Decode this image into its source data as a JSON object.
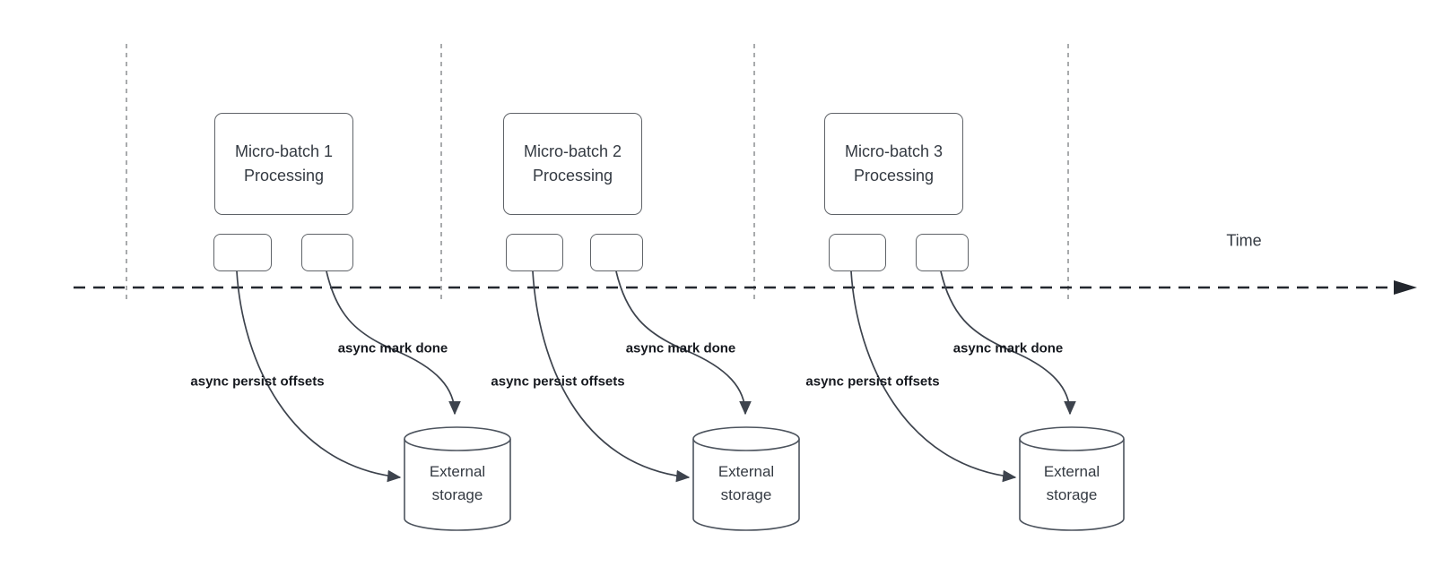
{
  "diagram": {
    "time_axis_label": "Time",
    "batches": [
      {
        "title_line1": "Micro-batch 1",
        "title_line2": "Processing",
        "persist_label": "async persist offsets",
        "mark_label": "async mark done",
        "storage_line1": "External",
        "storage_line2": "storage"
      },
      {
        "title_line1": "Micro-batch 2",
        "title_line2": "Processing",
        "persist_label": "async persist offsets",
        "mark_label": "async mark done",
        "storage_line1": "External",
        "storage_line2": "storage"
      },
      {
        "title_line1": "Micro-batch 3",
        "title_line2": "Processing",
        "persist_label": "async persist offsets",
        "mark_label": "async mark done",
        "storage_line1": "External",
        "storage_line2": "storage"
      }
    ],
    "colors": {
      "node_border": "#5f6368",
      "cylinder_border": "#4d545e",
      "arrow": "#3d434d",
      "timeline": "#23272e",
      "gridline": "#a9abad",
      "label_text": "#16191f",
      "node_text": "#343a42",
      "bg": "#ffffff"
    }
  }
}
